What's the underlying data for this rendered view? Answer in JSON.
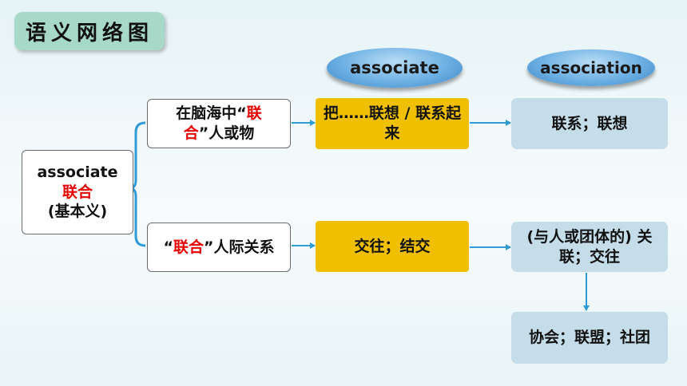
{
  "title": "语义网络图",
  "headers": {
    "col1": "associate",
    "col2": "association"
  },
  "root": {
    "word": "associate",
    "meaning": "联合",
    "note": "(基本义)"
  },
  "branch_top": {
    "part1": "在脑海中“",
    "highlight": "联合",
    "part2": "”人或物"
  },
  "branch_bottom": {
    "part1": "“",
    "highlight": "联合",
    "part2": "”人际关系"
  },
  "verb_top": "把……联想 / 联系起来",
  "verb_bottom": "交往；结交",
  "noun_top": "联系；联想",
  "noun_mid": "(与人或团体的) 关联；交往",
  "noun_bottom": "协会；联盟；社团",
  "colors": {
    "arrow": "#2e9bd6",
    "highlight": "#e60000",
    "verb_box": "#f0c000",
    "noun_box": "#c5dde9",
    "title_box": "#a8d8c7"
  }
}
